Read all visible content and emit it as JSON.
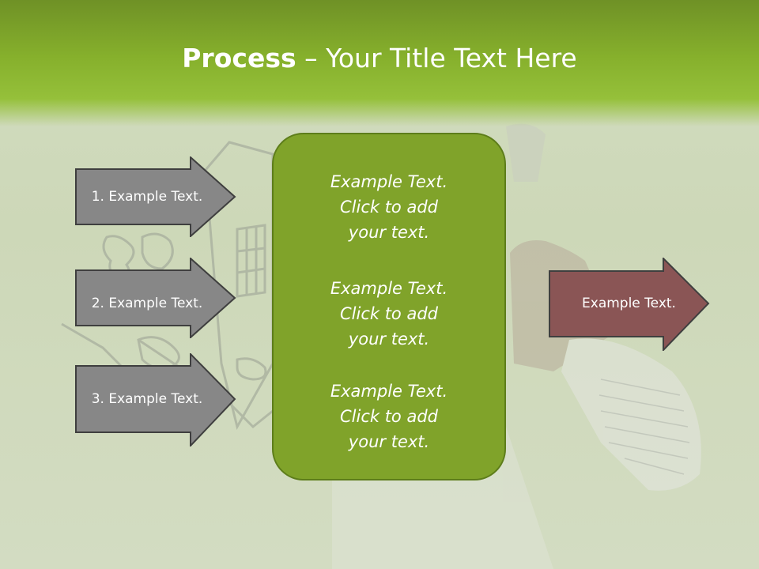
{
  "slide": {
    "title_bold": "Process",
    "title_rest": " – Your Title Text Here"
  },
  "left_arrows": [
    {
      "label": "1. Example Text."
    },
    {
      "label": "2. Example Text."
    },
    {
      "label": "3. Example Text."
    }
  ],
  "center_box": {
    "blocks": [
      {
        "line1": "Example Text.",
        "line2": "Click  to add",
        "line3": "your text."
      },
      {
        "line1": "Example Text.",
        "line2": "Click  to add",
        "line3": "your text."
      },
      {
        "line1": "Example Text.",
        "line2": "Click  to add",
        "line3": "your text."
      }
    ]
  },
  "right_arrow": {
    "label": "Example Text."
  },
  "colors": {
    "header_green": "#86b02c",
    "center_green": "#80a32a",
    "left_arrow_gray": "#878787",
    "right_arrow_red": "#8a5555"
  }
}
